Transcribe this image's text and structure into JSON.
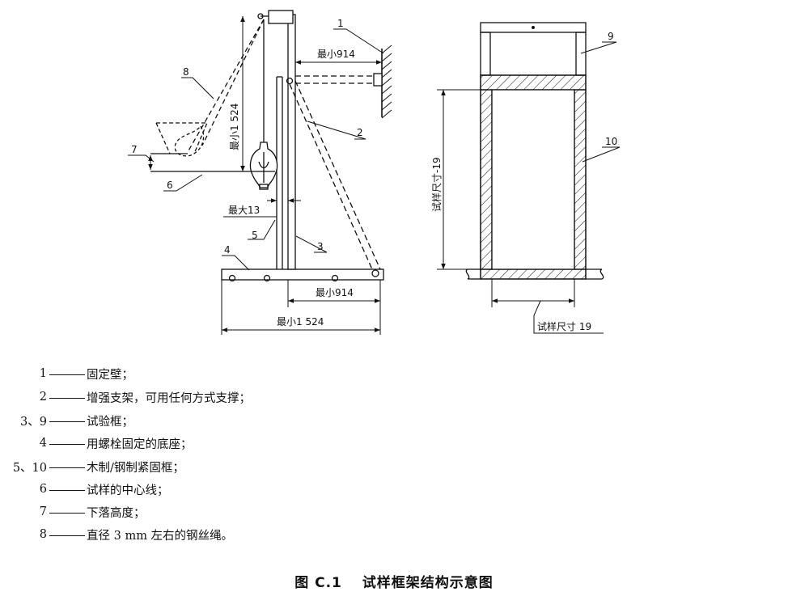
{
  "diagram": {
    "callouts": {
      "n1": "1",
      "n2": "2",
      "n3": "3",
      "n4": "4",
      "n5": "5",
      "n6": "6",
      "n7": "7",
      "n8": "8",
      "n9": "9",
      "n10": "10"
    },
    "dimensions": {
      "min914_top": "最小914",
      "min1524_vertical": "最小1 524",
      "max13": "最大13",
      "min914_bottom": "最小914",
      "min1524_bottom": "最小1 524",
      "specimen_size_vertical": "试样尺寸-19",
      "specimen_size_bottom": "试样尺寸 19"
    }
  },
  "legend": [
    {
      "num": "1",
      "text": "固定壁；"
    },
    {
      "num": "2",
      "text": "增强支架，可用任何方式支撑；"
    },
    {
      "num": "3、9",
      "text": "试验框；"
    },
    {
      "num": "4",
      "text": "用螺栓固定的底座；"
    },
    {
      "num": "5、10",
      "text": "木制/钢制紧固框；"
    },
    {
      "num": "6",
      "text": "试样的中心线；"
    },
    {
      "num": "7",
      "text": "下落高度；"
    },
    {
      "num": "8",
      "text": "直径 3 mm 左右的钢丝绳。"
    }
  ],
  "caption": {
    "figure_no": "图 C.1",
    "title": "试样框架结构示意图"
  }
}
